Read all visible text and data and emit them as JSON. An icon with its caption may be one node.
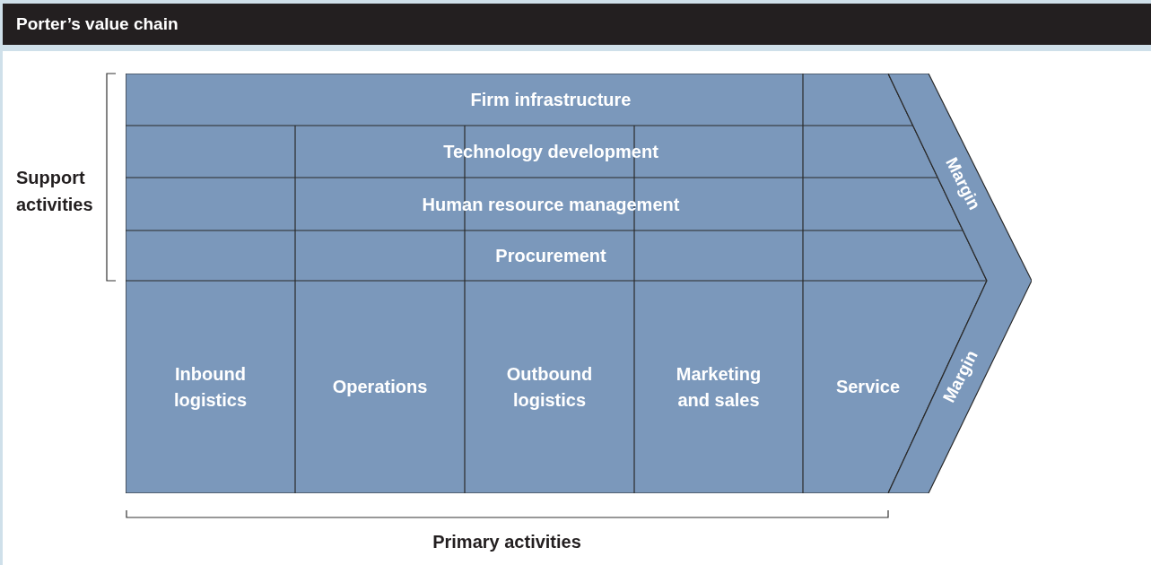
{
  "diagram": {
    "title": "Porter’s value chain",
    "nodes": [
      {
        "text": [
          "Firm infrastructure"
        ]
      },
      {
        "text": [
          "Technology development"
        ]
      },
      {
        "text": [
          "Human resource management"
        ]
      },
      {
        "text": [
          "Procurement"
        ]
      },
      {
        "text": [
          "Inbound logistics"
        ]
      },
      {
        "text": [
          "Operations"
        ]
      },
      {
        "text": [
          "Outbound logistics"
        ]
      },
      {
        "text": [
          "Marketing and sales"
        ]
      },
      {
        "text": [
          "Service"
        ]
      },
      {
        "text": [
          "Margin",
          "Margin"
        ]
      }
    ],
    "labels": [
      "Support activities",
      "Primary activities"
    ]
  }
}
